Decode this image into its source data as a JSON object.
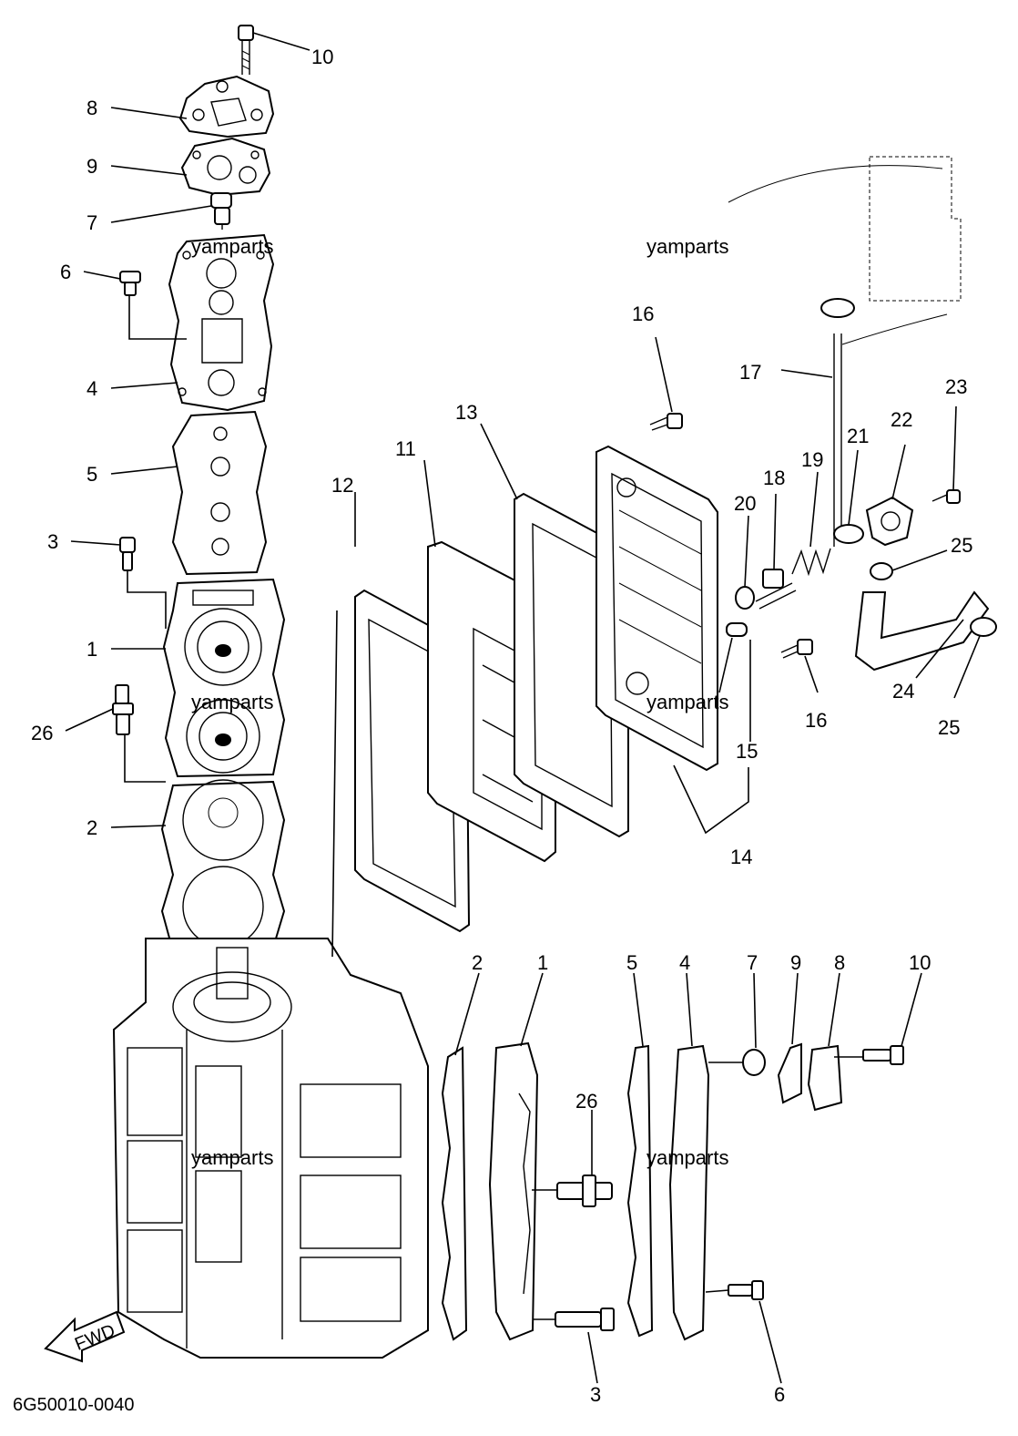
{
  "watermark": "yamparts",
  "drawing_code": "6G50010-0040",
  "fwd_label": "FWD",
  "callouts": {
    "c1a": "1",
    "c2a": "2",
    "c3a": "3",
    "c4a": "4",
    "c5a": "5",
    "c6a": "6",
    "c7a": "7",
    "c8a": "8",
    "c9a": "9",
    "c10a": "10",
    "c11": "11",
    "c12": "12",
    "c13": "13",
    "c14": "14",
    "c15": "15",
    "c16a": "16",
    "c16b": "16",
    "c17": "17",
    "c18": "18",
    "c19": "19",
    "c20": "20",
    "c21": "21",
    "c22": "22",
    "c23": "23",
    "c24": "24",
    "c25a": "25",
    "c25b": "25",
    "c26a": "26",
    "c2b": "2",
    "c1b": "1",
    "c5b": "5",
    "c4b": "4",
    "c7b": "7",
    "c9b": "9",
    "c8b": "8",
    "c10b": "10",
    "c26b": "26",
    "c3b": "3",
    "c6b": "6"
  }
}
